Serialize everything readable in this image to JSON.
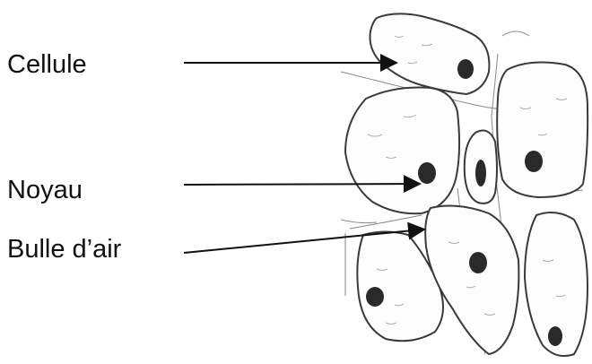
{
  "labels": {
    "cell": "Cellule",
    "nucleus": "Noyau",
    "air_bubble": "Bulle d’air"
  },
  "colors": {
    "ink": "#111111",
    "sketch": "#3a3a3a",
    "nucleus_fill": "#2a2a2a"
  }
}
